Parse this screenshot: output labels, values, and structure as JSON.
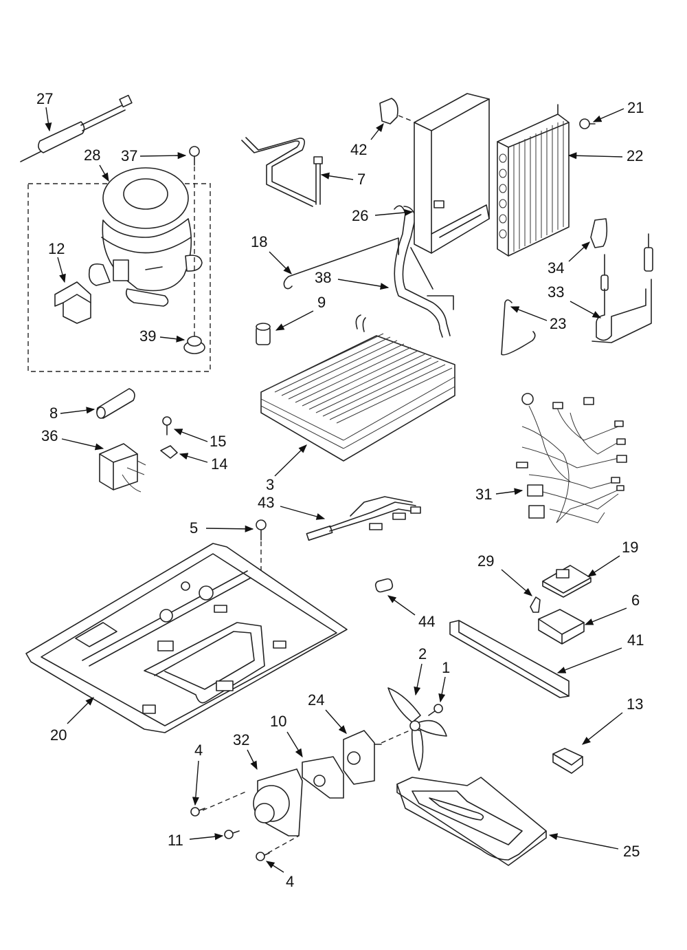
{
  "labels": {
    "p1": "1",
    "p2": "2",
    "p3": "3",
    "p4a": "4",
    "p4b": "4",
    "p5": "5",
    "p6": "6",
    "p7": "7",
    "p8": "8",
    "p9": "9",
    "p10": "10",
    "p11": "11",
    "p12": "12",
    "p13": "13",
    "p14": "14",
    "p15": "15",
    "p18": "18",
    "p19": "19",
    "p20": "20",
    "p21": "21",
    "p22": "22",
    "p23": "23",
    "p24": "24",
    "p25": "25",
    "p26": "26",
    "p27": "27",
    "p28": "28",
    "p29": "29",
    "p31": "31",
    "p32": "32",
    "p33": "33",
    "p34": "34",
    "p36": "36",
    "p37": "37",
    "p38": "38",
    "p39": "39",
    "p41": "41",
    "p42": "42",
    "p43": "43",
    "p44": "44"
  }
}
